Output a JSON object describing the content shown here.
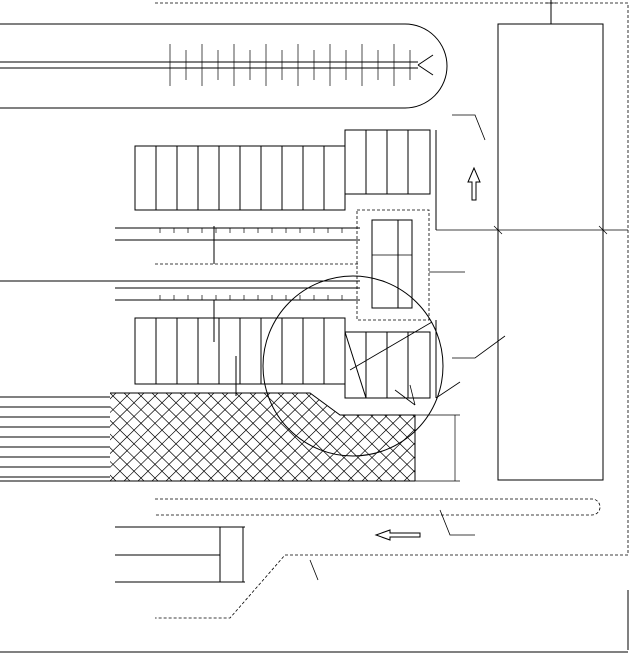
{
  "drawing": {
    "kind": "site plan line drawing",
    "stroke_color": "#000000",
    "background_color": "#ffffff",
    "labels": []
  },
  "parking_rows": [
    {
      "name": "upper-parking-row",
      "stall_count": 10
    },
    {
      "name": "right-upper-parking-row",
      "stall_count": 4
    },
    {
      "name": "lower-parking-row",
      "stall_count": 10
    },
    {
      "name": "right-lower-parking-row",
      "stall_count": 4
    }
  ],
  "arrows": [
    {
      "name": "north-arrow",
      "direction": "up"
    },
    {
      "name": "west-arrow",
      "direction": "left"
    }
  ],
  "hatched_area": {
    "pattern": "diamond-crosshatch"
  },
  "detail_circle": {
    "shape": "circle"
  }
}
